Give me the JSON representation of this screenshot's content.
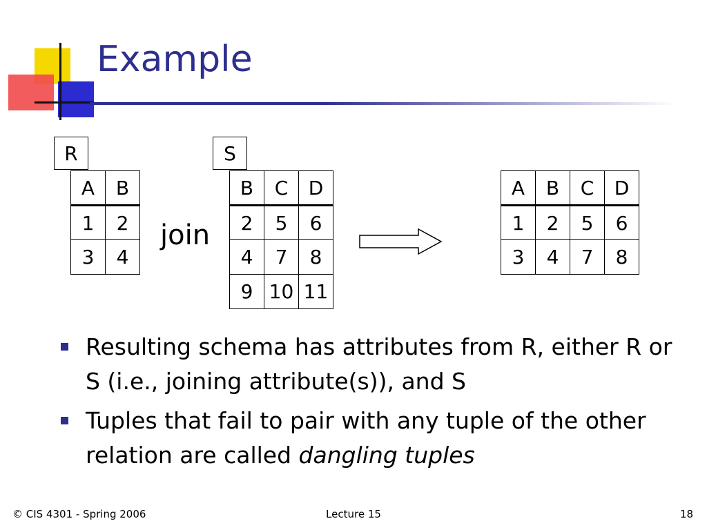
{
  "slide": {
    "title": "Example"
  },
  "relation_r": {
    "name": "R",
    "headers": [
      "A",
      "B"
    ],
    "rows": [
      [
        "1",
        "2"
      ],
      [
        "3",
        "4"
      ]
    ]
  },
  "relation_s": {
    "name": "S",
    "headers": [
      "B",
      "C",
      "D"
    ],
    "rows": [
      [
        "2",
        "5",
        "6"
      ],
      [
        "4",
        "7",
        "8"
      ],
      [
        "9",
        "10",
        "11"
      ]
    ]
  },
  "operator": "join",
  "result": {
    "headers": [
      "A",
      "B",
      "C",
      "D"
    ],
    "rows": [
      [
        "1",
        "2",
        "5",
        "6"
      ],
      [
        "3",
        "4",
        "7",
        "8"
      ]
    ]
  },
  "bullets": [
    {
      "text": "Resulting schema has attributes from R, either R or S (i.e., joining attribute(s)), and S"
    },
    {
      "text_before": "Tuples that fail to pair with any tuple of the other relation are called ",
      "emphasis": "dangling tuples"
    }
  ],
  "footer": {
    "left": "© CIS 4301 - Spring 2006",
    "center": "Lecture 15",
    "right": "18"
  },
  "colors": {
    "title": "#2e2e8f",
    "bullet": "#2e2e8f",
    "logo_yellow": "#f5d800",
    "logo_blue": "#2b2bd0",
    "logo_red": "#f24a4a"
  }
}
